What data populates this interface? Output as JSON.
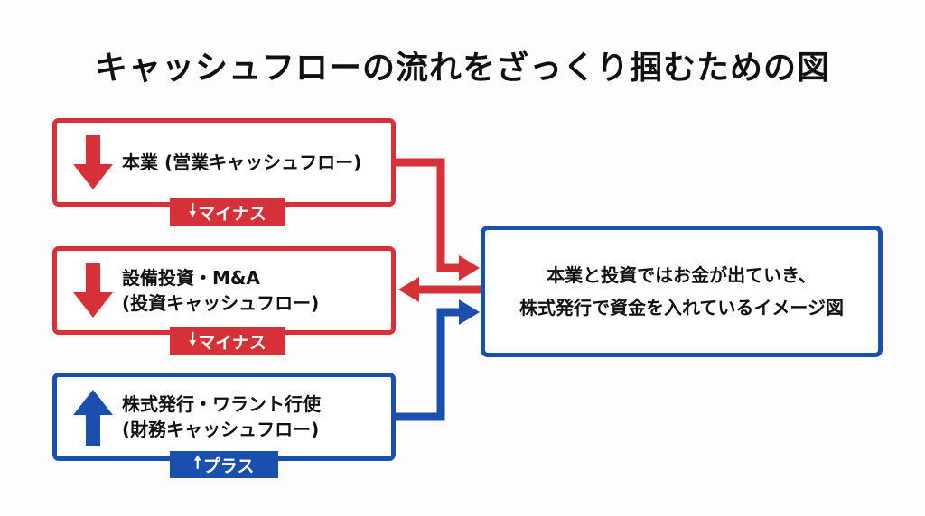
{
  "title": "キャッシュフローの流れをざっくり掴むための図",
  "colors": {
    "minus": "#d63138",
    "plus": "#1a4fae"
  },
  "items": [
    {
      "lines": [
        "本業 (営業キャッシュフロー)"
      ],
      "badge_icon": "arrow-down-icon",
      "badge": "マイナス",
      "icon": "arrow-down-icon",
      "type": "minus"
    },
    {
      "lines": [
        "設備投資・M&A",
        "(投資キャッシュフロー)"
      ],
      "badge_icon": "arrow-down-icon",
      "badge": "マイナス",
      "icon": "arrow-down-icon",
      "type": "minus"
    },
    {
      "lines": [
        "株式発行・ワラント行使",
        "(財務キャッシュフロー)"
      ],
      "badge_icon": "arrow-up-icon",
      "badge": "プラス",
      "icon": "arrow-up-icon",
      "type": "plus"
    }
  ],
  "summary": {
    "lines": [
      "本業と投資ではお金が出ていき、",
      "株式発行で資金を入れているイメージ図"
    ]
  }
}
